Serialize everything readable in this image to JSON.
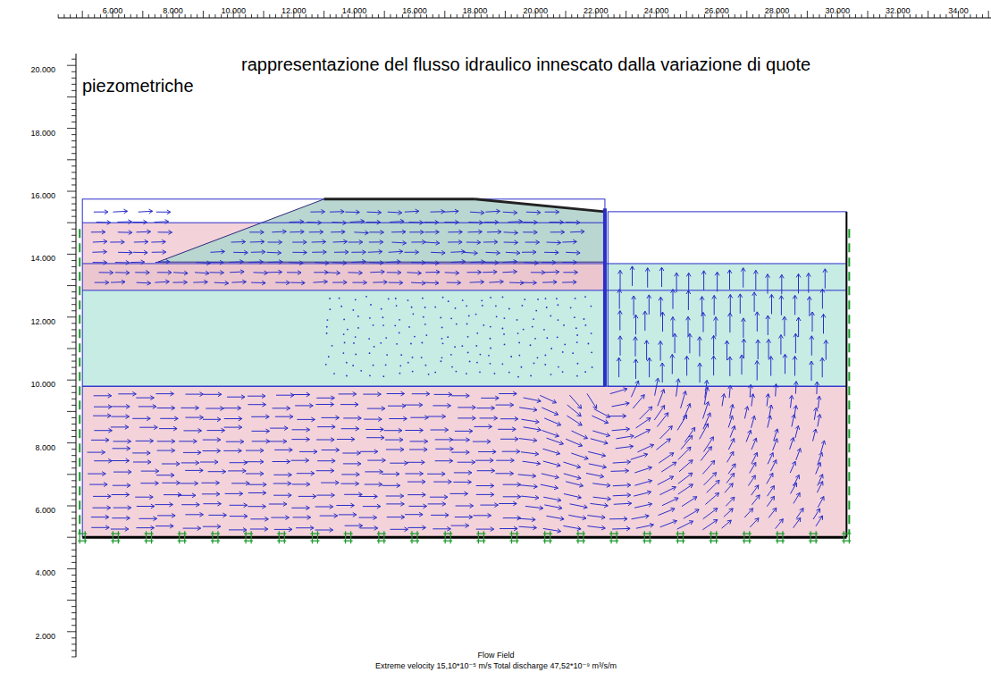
{
  "diagram": {
    "title": "rappresentazione del flusso idraulico innescato dalla variazione di quote piezometriche",
    "caption": "Flow Field",
    "labels": [
      "6.000",
      "8.000",
      "10.000",
      "12.000",
      "14.000",
      "16.000",
      "18.000",
      "20.000",
      "22.000",
      "24.000",
      "26.000",
      "28.000",
      "30.000",
      "32.000",
      "34.00",
      "20.000",
      "18.000",
      "16.000",
      "14.000",
      "12.000",
      "10.000",
      "8.000",
      "6.000",
      "4.000",
      "2.000",
      "Extreme velocity 15,10*10⁻⁵ m/s  Total discharge 47,52*10⁻⁹ m³/s/m"
    ]
  }
}
